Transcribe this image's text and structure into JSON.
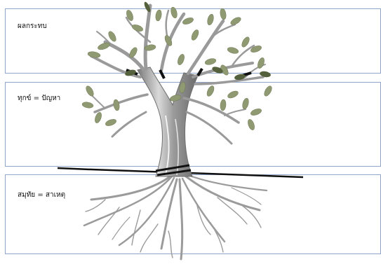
{
  "bands": [
    {
      "label": "ผลกระทบ"
    },
    {
      "label": "ทุกข์ = ปัญหา"
    },
    {
      "label": "สมุทัย = สาเหตุ"
    }
  ],
  "colors": {
    "band_border": "#8fa6c8",
    "trunk_light": "#cfcfcf",
    "trunk_dark": "#6e6e6e",
    "leaf": "#8f9a73",
    "leaf_dark": "#55603d",
    "ground_line": "#111111"
  }
}
